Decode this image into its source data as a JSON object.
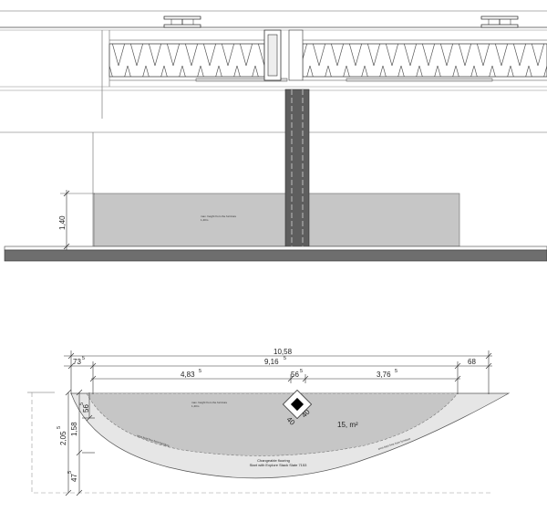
{
  "elevation": {
    "height_dim": "1,40",
    "note_line1": "max. height from the furniture",
    "note_line2": "1,40m"
  },
  "plan": {
    "dim_total": "10,58",
    "dim_left": "73",
    "dim_left_sup": "5",
    "dim_inner": "9,16",
    "dim_inner_sup": "5",
    "dim_right": "68",
    "dim_seg1": "4,83",
    "dim_seg1_sup": "5",
    "dim_column": "56",
    "dim_column_sup": "5",
    "dim_seg3": "3,76",
    "dim_seg3_sup": "5",
    "dim_v_top": "56",
    "dim_v_top_sup": "5",
    "dim_v_mid": "1,58",
    "dim_v_total": "2,05",
    "dim_v_total_sup": "5",
    "dim_v_bottom": "47",
    "dim_v_bottom_sup": "5",
    "column_dim_a": "40",
    "column_dim_b": "40",
    "area_label": "15, m²",
    "note_line1": "max. height from the furniture",
    "note_line2": "1,40m",
    "boundary_left": "area kept free from furniture",
    "boundary_right": "area kept free from furniture",
    "floor_line1": "Changeable flooring",
    "floor_line2": "Start with Explore Stack Slate 7153"
  }
}
